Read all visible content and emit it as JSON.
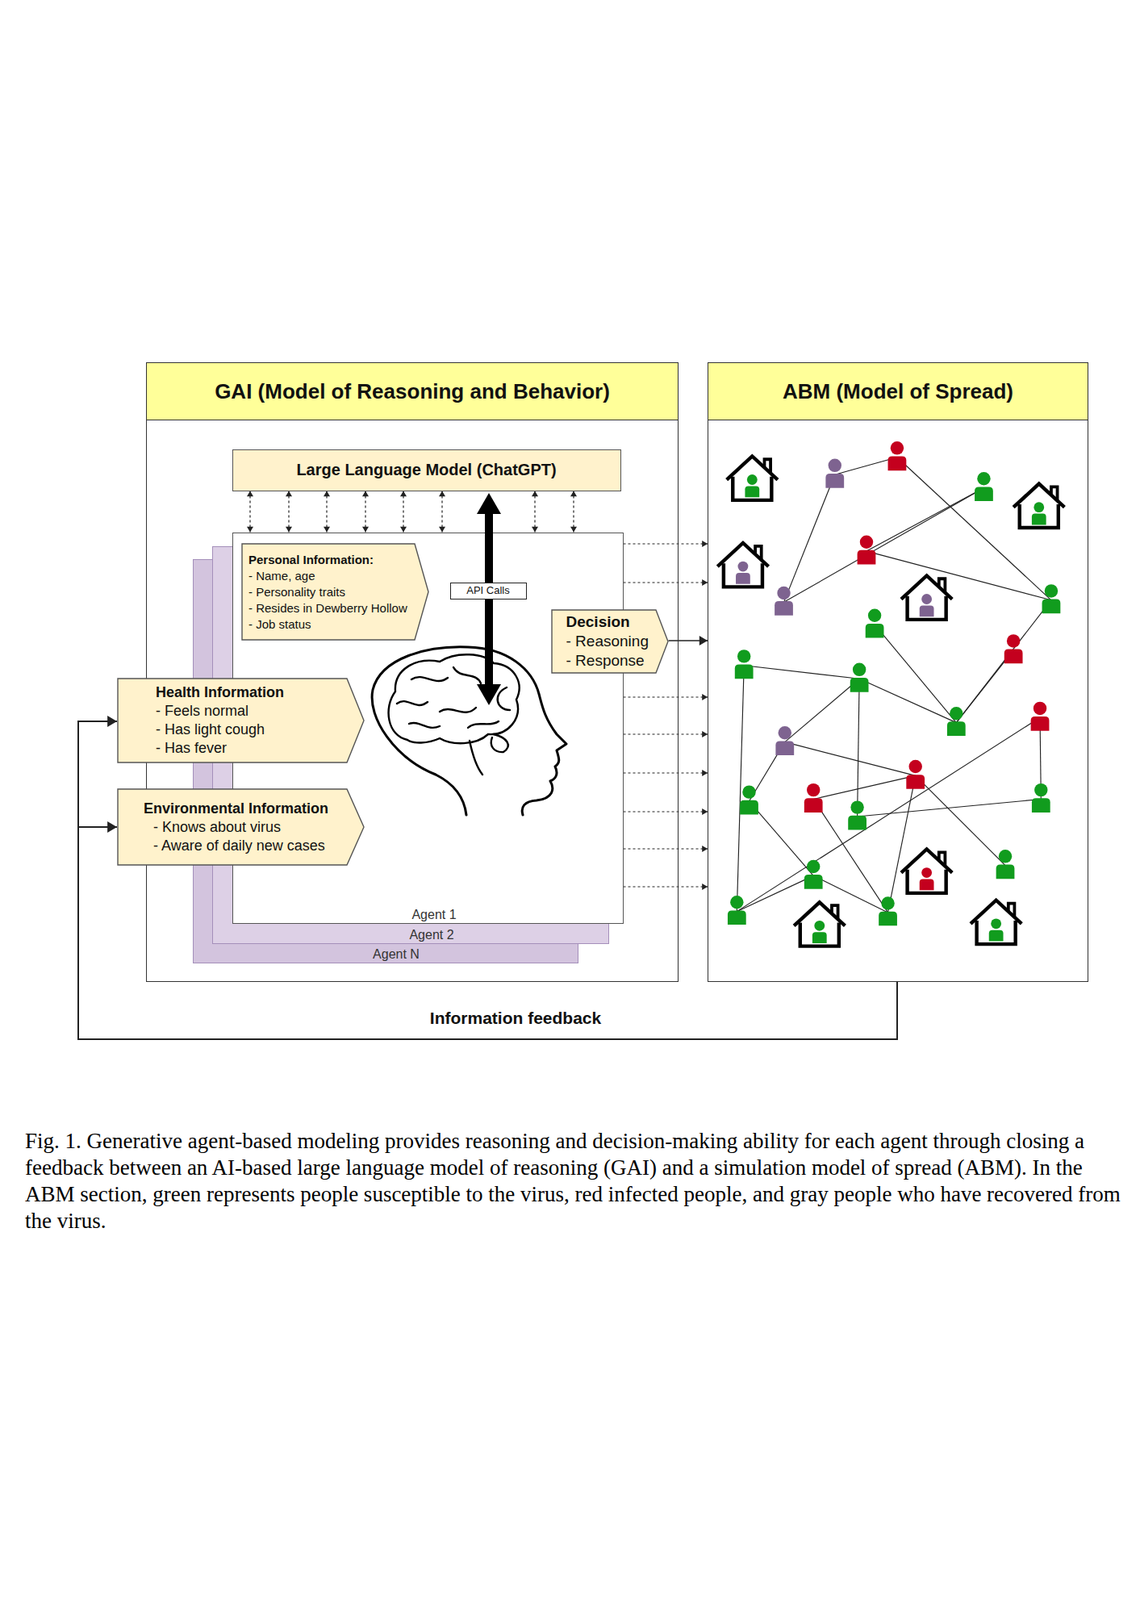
{
  "diagram": {
    "caption": "Fig. 1. Generative agent-based modeling provides reasoning and decision-making ability for each agent through closing a feedback between an AI-based large language model of reasoning (GAI) and a simulation model of spread (ABM). In the ABM section, green represents people susceptible to the virus, red infected people, and gray people who have recovered from the virus.",
    "nodes": [
      {
        "text": [
          "GAI (Model of Reasoning and Behavior)"
        ]
      },
      {
        "text": [
          "ABM (Model of Spread)"
        ]
      },
      {
        "text": [
          "Large Language Model (ChatGPT)"
        ],
        "in": 0
      },
      {
        "text": [
          "Agent 1"
        ],
        "in": 0
      },
      {
        "text": [
          "Personal Information:",
          "- Name, age",
          "- Personality traits",
          "- Resides in Dewberry Hollow",
          "- Job status"
        ],
        "in": 3
      },
      {
        "text": [
          "API Calls"
        ],
        "in": 0
      },
      {
        "text": [
          "Decision",
          "- Reasoning",
          "- Response"
        ],
        "in": 0
      },
      {
        "text": [
          "Health Information",
          "- Feels normal",
          "- Has light cough",
          "- Has fever"
        ]
      },
      {
        "text": [
          "Environmental Information",
          "- Knows about virus",
          "- Aware of daily new cases"
        ]
      },
      {
        "text": [
          "Agent 2"
        ],
        "in": 0
      },
      {
        "text": [
          "Agent N"
        ],
        "in": 0
      }
    ],
    "edges": [
      {
        "from": 2,
        "to": 3,
        "arrow": "both"
      },
      {
        "from": 2,
        "to": 3,
        "arrow": "both"
      },
      {
        "from": 2,
        "to": 3,
        "arrow": "both"
      },
      {
        "from": 2,
        "to": 3,
        "arrow": "both"
      },
      {
        "from": 2,
        "to": 3,
        "arrow": "both"
      },
      {
        "from": 2,
        "to": 3,
        "arrow": "both"
      },
      {
        "from": 2,
        "to": 3,
        "arrow": "both"
      },
      {
        "from": 2,
        "to": 3,
        "arrow": "both"
      },
      {
        "from": 3,
        "to": 1,
        "arrow": "to"
      },
      {
        "from": 3,
        "to": 1,
        "arrow": "to"
      },
      {
        "from": 3,
        "to": 1,
        "arrow": "to"
      },
      {
        "from": 3,
        "to": 1,
        "arrow": "to"
      },
      {
        "from": 3,
        "to": 1,
        "arrow": "to"
      },
      {
        "from": 3,
        "to": 1,
        "arrow": "to"
      },
      {
        "from": 3,
        "to": 1,
        "arrow": "to"
      },
      {
        "from": 3,
        "to": 1,
        "arrow": "to"
      },
      {
        "from": 6,
        "to": 1,
        "arrow": "to"
      },
      {
        "from": 1,
        "to": 7,
        "arrow": "to",
        "label": "Information feedback"
      },
      {
        "from": 1,
        "to": 8,
        "arrow": "to"
      }
    ]
  }
}
